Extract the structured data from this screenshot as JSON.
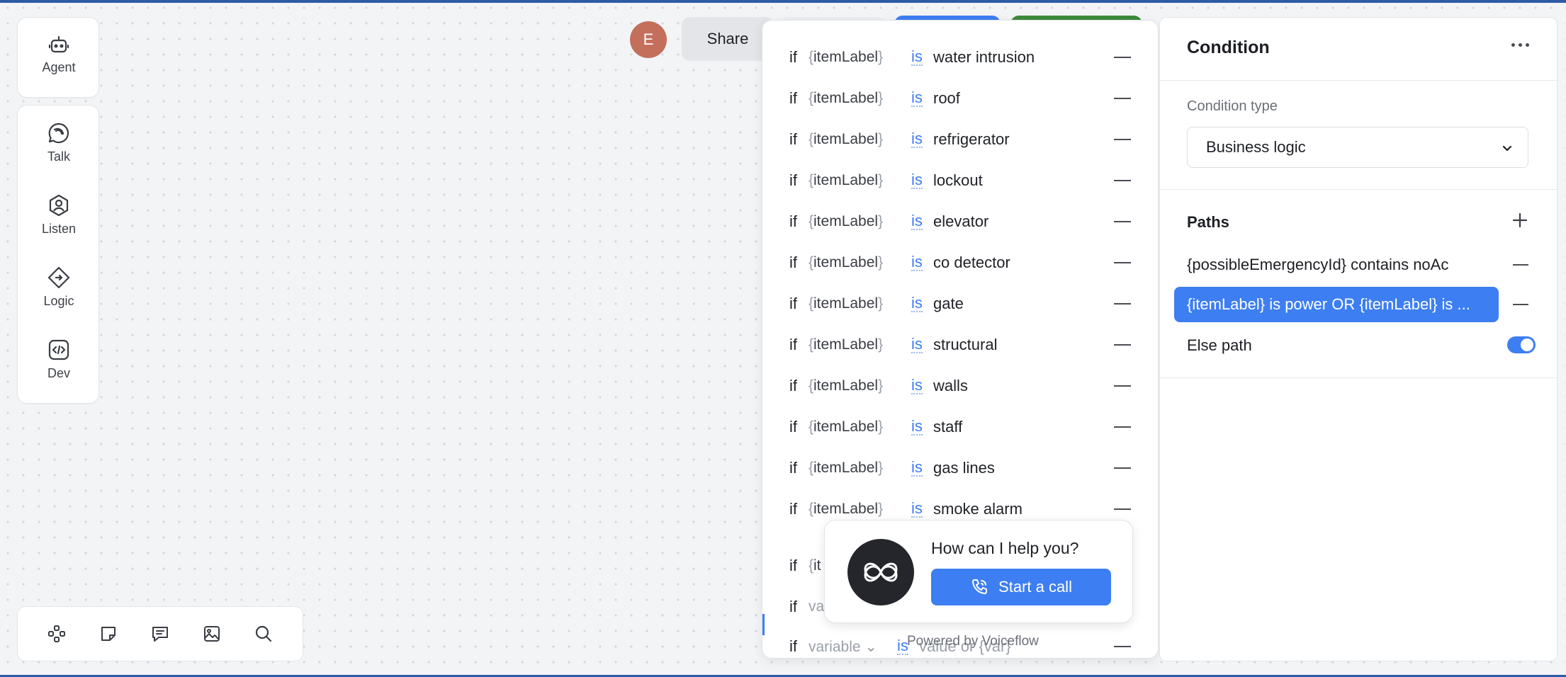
{
  "rail": {
    "agent": "Agent",
    "talk": "Talk",
    "listen": "Listen",
    "logic": "Logic",
    "dev": "Dev"
  },
  "toolbar": {
    "icons": [
      "nodes-icon",
      "note-icon",
      "comment-icon",
      "image-icon",
      "search-icon"
    ]
  },
  "header": {
    "avatar_initial": "E",
    "share_label": "Share"
  },
  "conditions": {
    "if_label": "if",
    "operator": "is",
    "variable": "itemLabel",
    "rows": [
      "water intrusion",
      "roof",
      "refrigerator",
      "lockout",
      "elevator",
      "co detector",
      "gate",
      "structural",
      "walls",
      "staff",
      "gas lines",
      "smoke alarm"
    ],
    "partial_row_var": "it",
    "partial_row_var2": "va",
    "new_row": {
      "variable_placeholder": "variable",
      "value_placeholder": "value or {var}"
    },
    "powered_by": "Powered by Voiceflow"
  },
  "chat": {
    "question": "How can I help you?",
    "call_label": "Start a call"
  },
  "editor": {
    "title": "Condition",
    "condition_type_label": "Condition type",
    "condition_type_value": "Business logic",
    "paths_label": "Paths",
    "paths": [
      "{possibleEmergencyId} contains noAc",
      "{itemLabel} is power OR {itemLabel} is ..."
    ],
    "else_label": "Else path",
    "else_enabled": true
  },
  "colors": {
    "accent": "#3d7ef2",
    "avatar": "#c46f5c",
    "publish": "#3e8a3c"
  }
}
